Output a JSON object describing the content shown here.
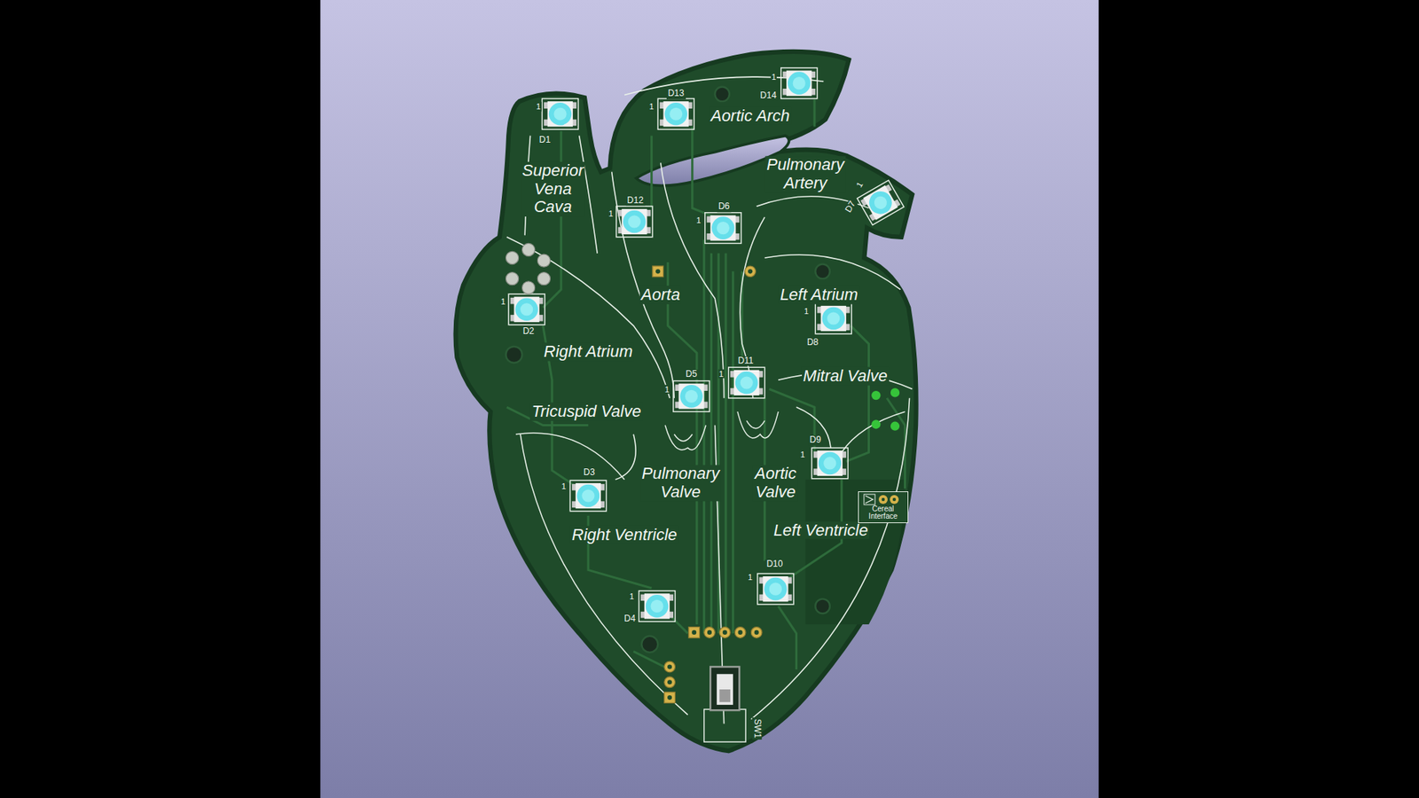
{
  "diagram": {
    "nodes": [
      {
        "text": [
          "Cereal Interface"
        ]
      }
    ],
    "labels": [
      "1",
      "D14",
      "1",
      "D13",
      "Aortic Arch",
      "1",
      "D1",
      "Superior Vena Cava",
      "Pulmonary Artery",
      "1",
      "D7",
      "1",
      "D12",
      "1",
      "D6",
      "Aorta",
      "Left Atrium",
      "1",
      "D2",
      "1",
      "D8",
      "Right Atrium",
      "1",
      "D11",
      "D5",
      "1",
      "Mitral Valve",
      "Tricuspid Valve",
      "1",
      "D9",
      "D3",
      "1",
      "Pulmonary Valve",
      "Aortic Valve",
      "Left Ventricle",
      "Right Ventricle",
      "D10",
      "1",
      "1",
      "D4",
      "SW1"
    ]
  }
}
